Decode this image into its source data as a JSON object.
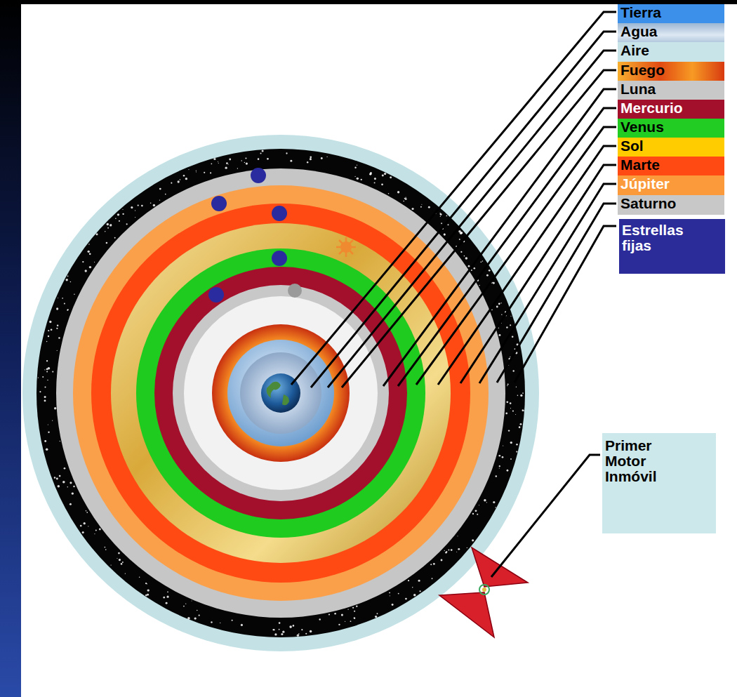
{
  "diagram": {
    "nodes": [
      {
        "text": [
          "Tierra"
        ]
      },
      {
        "text": [
          "Agua"
        ]
      },
      {
        "text": [
          "Aire"
        ]
      },
      {
        "text": [
          "Fuego"
        ]
      },
      {
        "text": [
          "Luna"
        ]
      },
      {
        "text": [
          "Mercurio"
        ]
      },
      {
        "text": [
          "Venus"
        ]
      },
      {
        "text": [
          "Sol"
        ]
      },
      {
        "text": [
          "Marte"
        ]
      },
      {
        "text": [
          "Júpiter"
        ]
      },
      {
        "text": [
          "Saturno"
        ]
      },
      {
        "text": [
          "Estrellas fijas"
        ]
      },
      {
        "text": [
          "Primer Motor Inmóvil"
        ]
      }
    ]
  }
}
